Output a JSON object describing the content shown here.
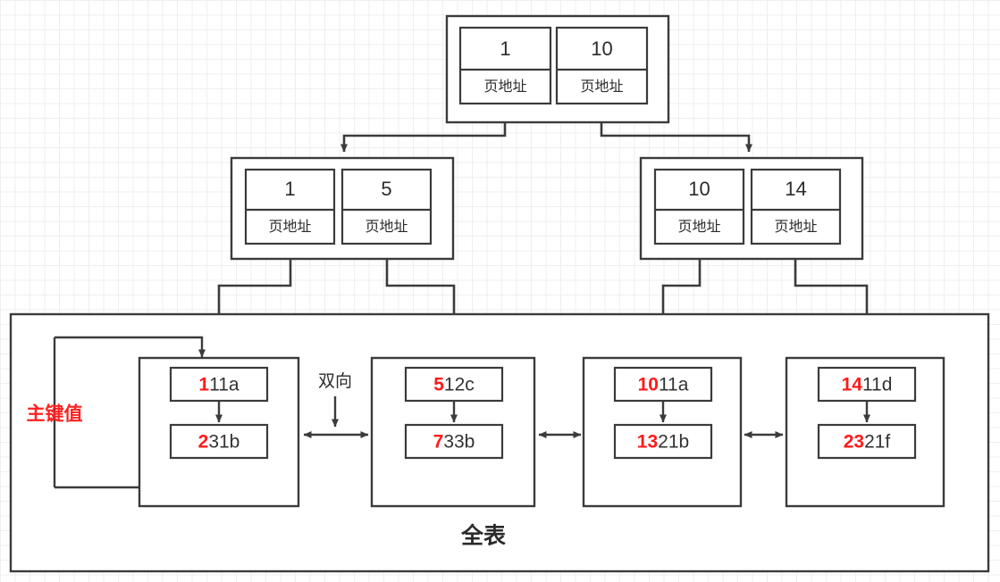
{
  "diagram": {
    "title": "全表",
    "labels": {
      "primary_key": "主键值",
      "bidirectional": "双向"
    },
    "page_address_label": "页地址",
    "colors": {
      "primary_key_red": "#ff1a1a",
      "stroke": "#3b3b3b",
      "grid": "#e6e6e6",
      "background": "#ffffff"
    },
    "root_node": {
      "name": "root-index-node",
      "cells": [
        {
          "key": "1",
          "pointer_label": "页地址"
        },
        {
          "key": "10",
          "pointer_label": "页地址"
        }
      ]
    },
    "internal_nodes": [
      {
        "name": "internal-node-left",
        "cells": [
          {
            "key": "1",
            "pointer_label": "页地址"
          },
          {
            "key": "5",
            "pointer_label": "页地址"
          }
        ]
      },
      {
        "name": "internal-node-right",
        "cells": [
          {
            "key": "10",
            "pointer_label": "页地址"
          },
          {
            "key": "14",
            "pointer_label": "页地址"
          }
        ]
      }
    ],
    "leaf_pages": [
      {
        "name": "leaf-page-1",
        "rows": [
          {
            "pk": "1",
            "rest": "11a"
          },
          {
            "pk": "2",
            "rest": "31b"
          }
        ]
      },
      {
        "name": "leaf-page-2",
        "rows": [
          {
            "pk": "5",
            "rest": "12c"
          },
          {
            "pk": "7",
            "rest": "33b"
          }
        ]
      },
      {
        "name": "leaf-page-3",
        "rows": [
          {
            "pk": "10",
            "rest": "11a"
          },
          {
            "pk": "13",
            "rest": "21b"
          }
        ]
      },
      {
        "name": "leaf-page-4",
        "rows": [
          {
            "pk": "14",
            "rest": "11d"
          },
          {
            "pk": "23",
            "rest": "21f"
          }
        ]
      }
    ]
  }
}
